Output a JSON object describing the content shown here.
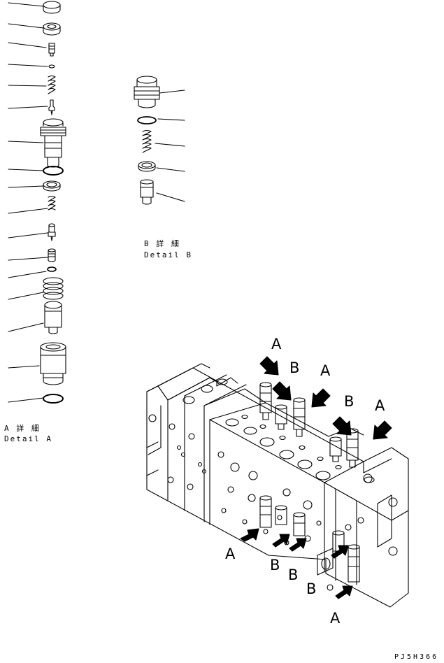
{
  "detail_b": {
    "title_jp": "B 詳 細",
    "title_en": "Detail B"
  },
  "detail_a": {
    "title_jp": "A 詳 細",
    "title_en": "Detail A"
  },
  "callouts": {
    "a": "A",
    "b": "B"
  },
  "drawing_code": "PJ5H366",
  "colors": {
    "line": "#000000",
    "background": "#ffffff"
  }
}
